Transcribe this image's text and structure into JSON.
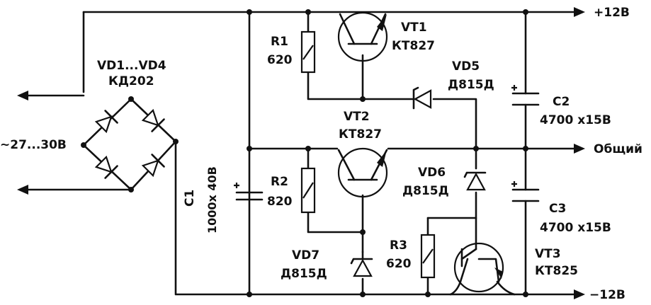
{
  "rails": {
    "pos": "+12В",
    "common": "Общий",
    "neg": "−12В"
  },
  "input": {
    "voltage": "~27...30В"
  },
  "components": {
    "bridge": {
      "ref": "VD1...VD4",
      "type": "КД202"
    },
    "c1": {
      "ref": "C1",
      "value": "1000x 40В"
    },
    "r1": {
      "ref": "R1",
      "value": "620"
    },
    "r2": {
      "ref": "R2",
      "value": "820"
    },
    "r3": {
      "ref": "R3",
      "value": "620"
    },
    "vt1": {
      "ref": "VT1",
      "type": "КТ827"
    },
    "vt2": {
      "ref": "VT2",
      "type": "КТ827"
    },
    "vt3": {
      "ref": "VT3",
      "type": "КТ825"
    },
    "vd5": {
      "ref": "VD5",
      "type": "Д815Д"
    },
    "vd6": {
      "ref": "VD6",
      "type": "Д815Д"
    },
    "vd7": {
      "ref": "VD7",
      "type": "Д815Д"
    },
    "c2": {
      "ref": "C2",
      "value": "4700 x15В"
    },
    "c3": {
      "ref": "C3",
      "value": "4700 x15В"
    }
  }
}
